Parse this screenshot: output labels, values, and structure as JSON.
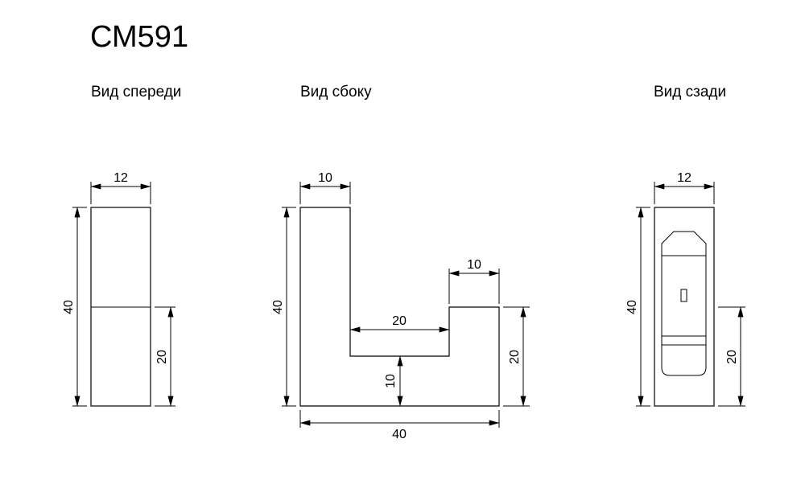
{
  "title": "СМ591",
  "views": {
    "front": {
      "label": "Вид спереди",
      "dims": {
        "width": "12",
        "height": "40",
        "lower_section": "20"
      }
    },
    "side": {
      "label": "Вид сбоку",
      "dims": {
        "left_arm_width": "10",
        "height": "40",
        "hook_width": "10",
        "gap_width": "20",
        "hook_height": "20",
        "base_thickness": "10",
        "total_width": "40"
      }
    },
    "rear": {
      "label": "Вид сзади",
      "dims": {
        "width": "12",
        "height": "40",
        "lower_section": "20"
      }
    }
  },
  "colors": {
    "line": "#000000",
    "background": "#ffffff"
  }
}
